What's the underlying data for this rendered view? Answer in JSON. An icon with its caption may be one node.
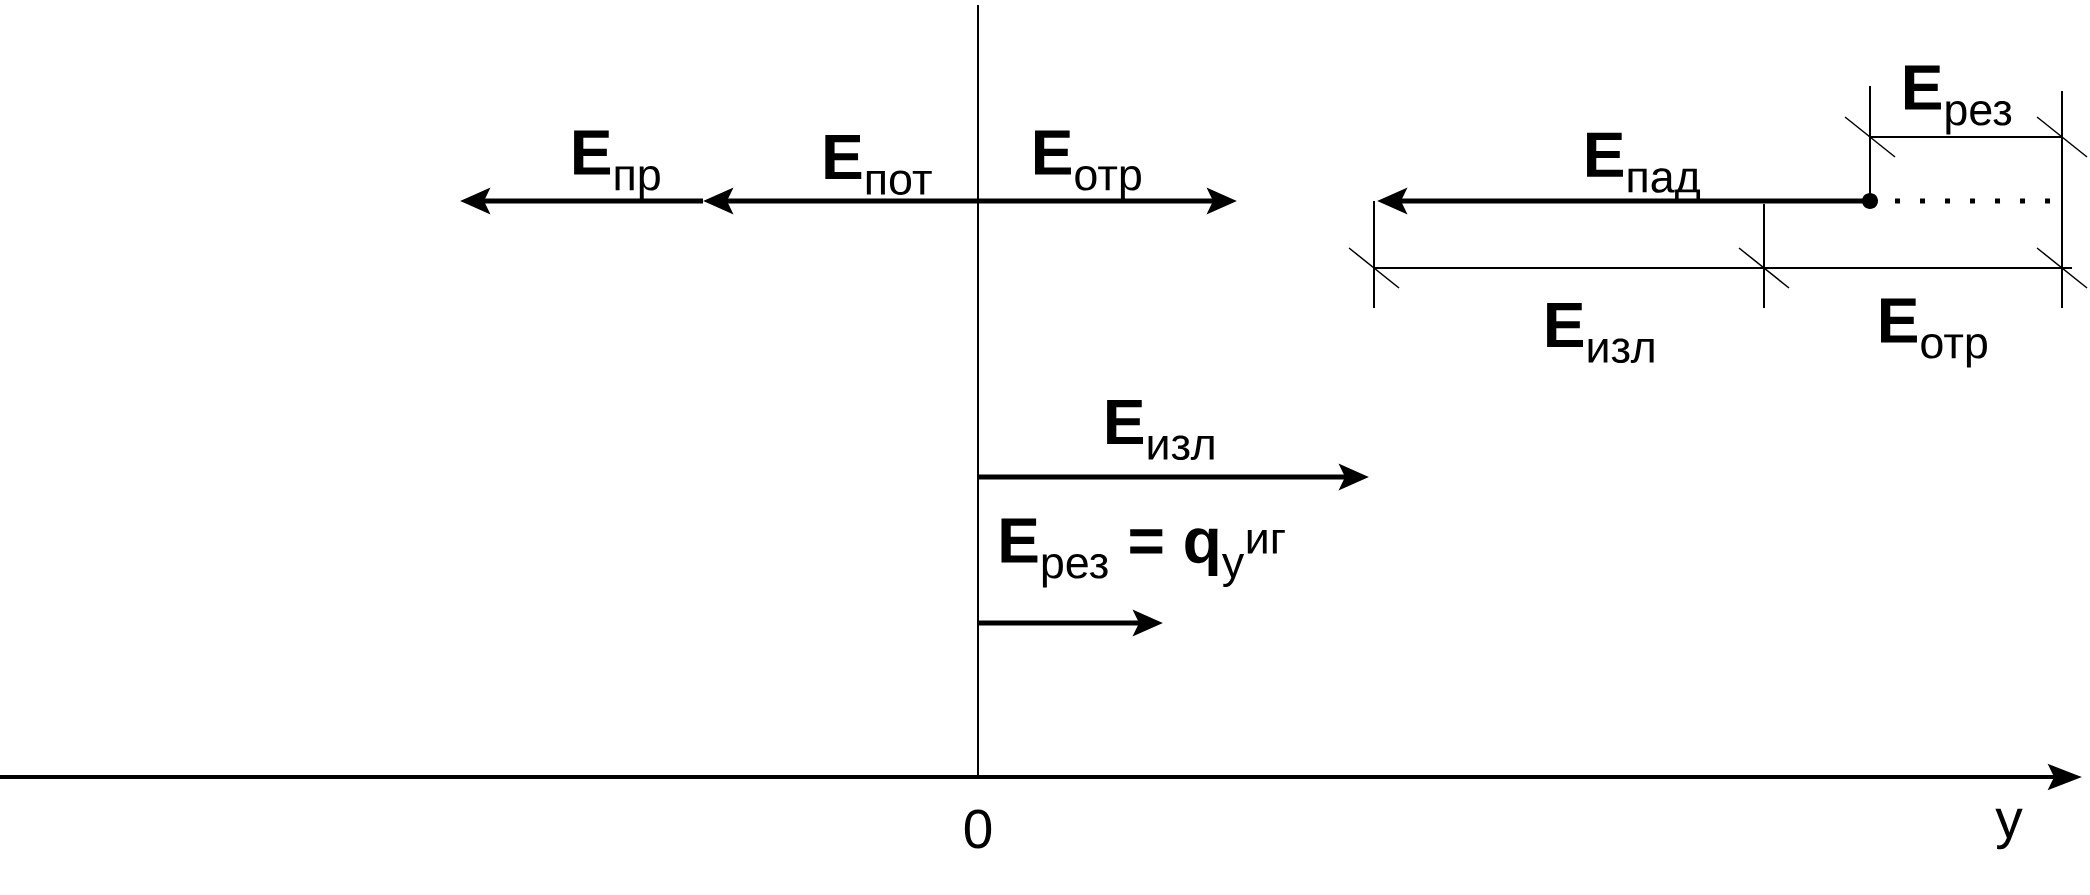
{
  "diagram": {
    "labels": [
      "**E**$_{рез}$",
      "**E**$_{пр}$",
      "**E**$_{пот}$",
      "**E**$_{отр}$",
      "**E**$_{пад}$",
      "**E**$_{изл}$",
      "**E**$_{отр}$",
      "**E**$_{изл}$",
      "**E**$_{рез}$ **= q**$_{у}$$^{иг}$",
      "0",
      "y"
    ]
  }
}
